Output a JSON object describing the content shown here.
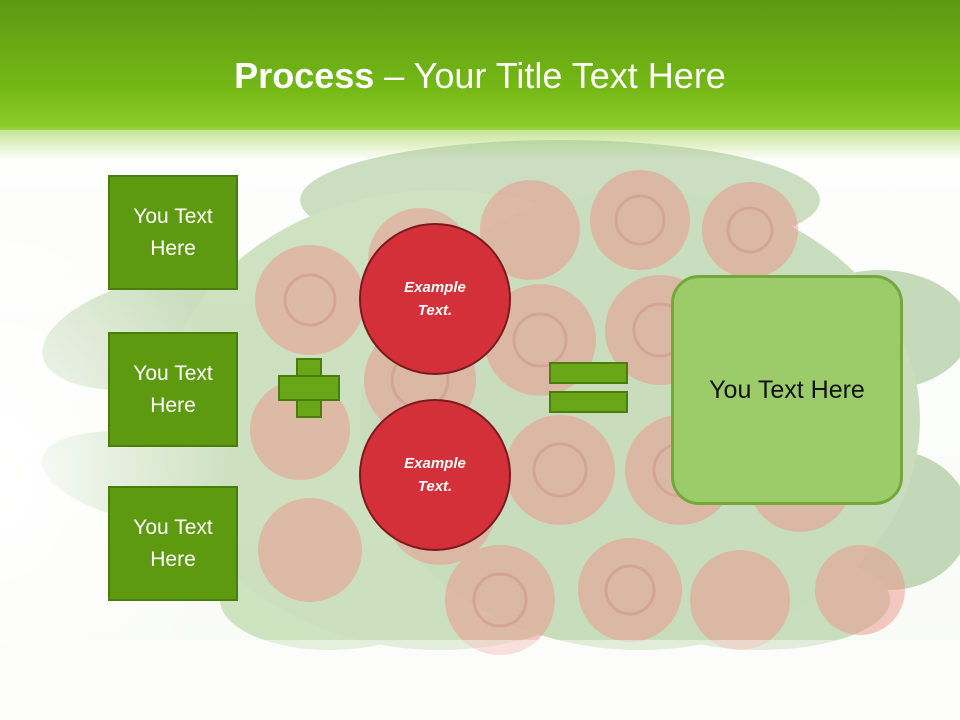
{
  "title": {
    "bold": "Process",
    "rest": " – Your Title Text Here"
  },
  "input_boxes": [
    {
      "label": "You Text Here"
    },
    {
      "label": "You Text Here"
    },
    {
      "label": "You Text Here"
    }
  ],
  "circles": [
    {
      "label": "Example Text."
    },
    {
      "label": "Example Text."
    }
  ],
  "operators": {
    "plus": "plus-sign",
    "equals": "equals-sign"
  },
  "result_box": {
    "label": "You Text Here"
  },
  "colors": {
    "header": "#74b816",
    "box_fill": "#5e9a10",
    "circle_fill": "#d4303a",
    "result_fill": "#9ccc6a"
  }
}
